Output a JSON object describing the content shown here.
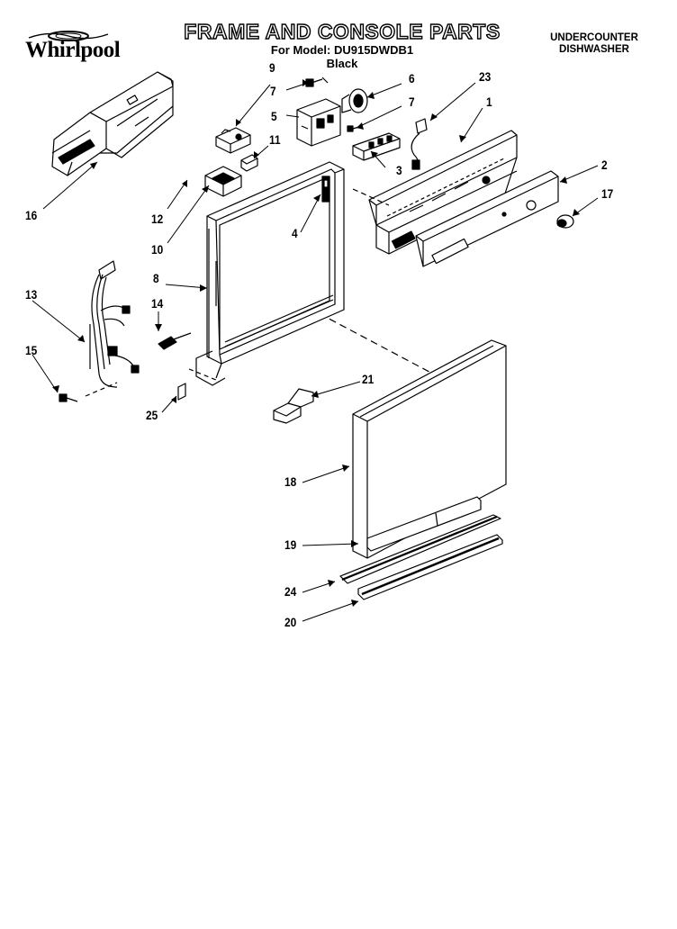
{
  "header": {
    "title": "FRAME AND CONSOLE PARTS",
    "model_line": "For Model: DU915DWDB1",
    "color_line": "Black",
    "unit_type_line1": "UNDERCOUNTER",
    "unit_type_line2": "DISHWASHER",
    "brand": "Whirlpool"
  },
  "callouts": [
    {
      "id": "c9",
      "label": "9"
    },
    {
      "id": "c7a",
      "label": "7"
    },
    {
      "id": "c6",
      "label": "6"
    },
    {
      "id": "c23",
      "label": "23"
    },
    {
      "id": "c5",
      "label": "5"
    },
    {
      "id": "c7b",
      "label": "7"
    },
    {
      "id": "c1",
      "label": "1"
    },
    {
      "id": "c11",
      "label": "11"
    },
    {
      "id": "c3",
      "label": "3"
    },
    {
      "id": "c2",
      "label": "2"
    },
    {
      "id": "c16",
      "label": "16"
    },
    {
      "id": "c17",
      "label": "17"
    },
    {
      "id": "c12",
      "label": "12"
    },
    {
      "id": "c4",
      "label": "4"
    },
    {
      "id": "c10",
      "label": "10"
    },
    {
      "id": "c8",
      "label": "8"
    },
    {
      "id": "c13",
      "label": "13"
    },
    {
      "id": "c14",
      "label": "14"
    },
    {
      "id": "c15",
      "label": "15"
    },
    {
      "id": "c21",
      "label": "21"
    },
    {
      "id": "c25",
      "label": "25"
    },
    {
      "id": "c18",
      "label": "18"
    },
    {
      "id": "c19",
      "label": "19"
    },
    {
      "id": "c24",
      "label": "24"
    },
    {
      "id": "c20",
      "label": "20"
    }
  ]
}
